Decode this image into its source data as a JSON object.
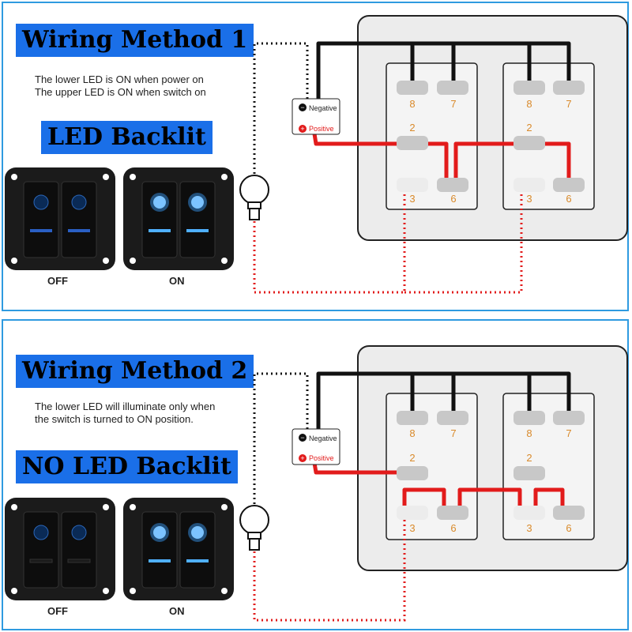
{
  "method1": {
    "title": "Wiring Method 1",
    "desc_line1": "The lower LED is ON when power on",
    "desc_line2": "The upper LED is ON when switch on",
    "backlit_title": "LED Backlit",
    "caption_off": "OFF",
    "caption_on": "ON"
  },
  "method2": {
    "title": "Wiring Method 2",
    "desc_line1": "The lower LED will illuminate only when",
    "desc_line2": "the switch is turned to ON position.",
    "backlit_title": "NO LED Backlit",
    "caption_off": "OFF",
    "caption_on": "ON"
  },
  "battery": {
    "negative_label": "Negative",
    "positive_label": "Positive",
    "negative_symbol": "−",
    "positive_symbol": "+"
  },
  "pins": {
    "p8": "8",
    "p7": "7",
    "p2": "2",
    "p3": "3",
    "p6": "6"
  },
  "colors": {
    "accent_blue": "#1a6fe8",
    "border_blue": "#2f9be0",
    "wire_red": "#e21b1b",
    "wire_black": "#111111",
    "pin_label": "#d98a2b",
    "led_glow": "#3aa0ff"
  }
}
